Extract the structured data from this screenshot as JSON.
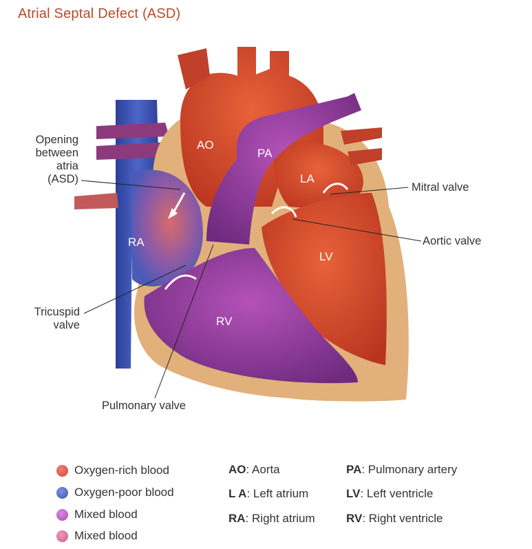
{
  "title": "Atrial Septal Defect (ASD)",
  "chambers": {
    "ao": "AO",
    "pa": "PA",
    "la": "LA",
    "ra": "RA",
    "lv": "LV",
    "rv": "RV"
  },
  "callouts": {
    "asd_line1": "Opening",
    "asd_line2": "between",
    "asd_line3": "atria",
    "asd_line4": "(ASD)",
    "mitral": "Mitral valve",
    "aortic": "Aortic valve",
    "tricuspid_line1": "Tricuspid",
    "tricuspid_line2": "valve",
    "pulmonary": "Pulmonary valve"
  },
  "legend": [
    {
      "label": "Oxygen-rich blood",
      "color": "#d9443a"
    },
    {
      "label": "Oxygen-poor blood",
      "color": "#3d55b4"
    },
    {
      "label": "Mixed blood",
      "color": "#b246b8"
    },
    {
      "label": "Mixed blood",
      "color": "#cf5d8a"
    }
  ],
  "abbreviations": [
    {
      "abbr": "AO",
      "text": ": Aorta"
    },
    {
      "abbr": "L A",
      "text": ": Left atrium"
    },
    {
      "abbr": "RA",
      "text": ": Right atrium"
    },
    {
      "abbr": "PA",
      "text": ": Pulmonary artery"
    },
    {
      "abbr": "LV",
      "text": ": Left ventricle"
    },
    {
      "abbr": "RV",
      "text": ": Right ventricle"
    }
  ]
}
